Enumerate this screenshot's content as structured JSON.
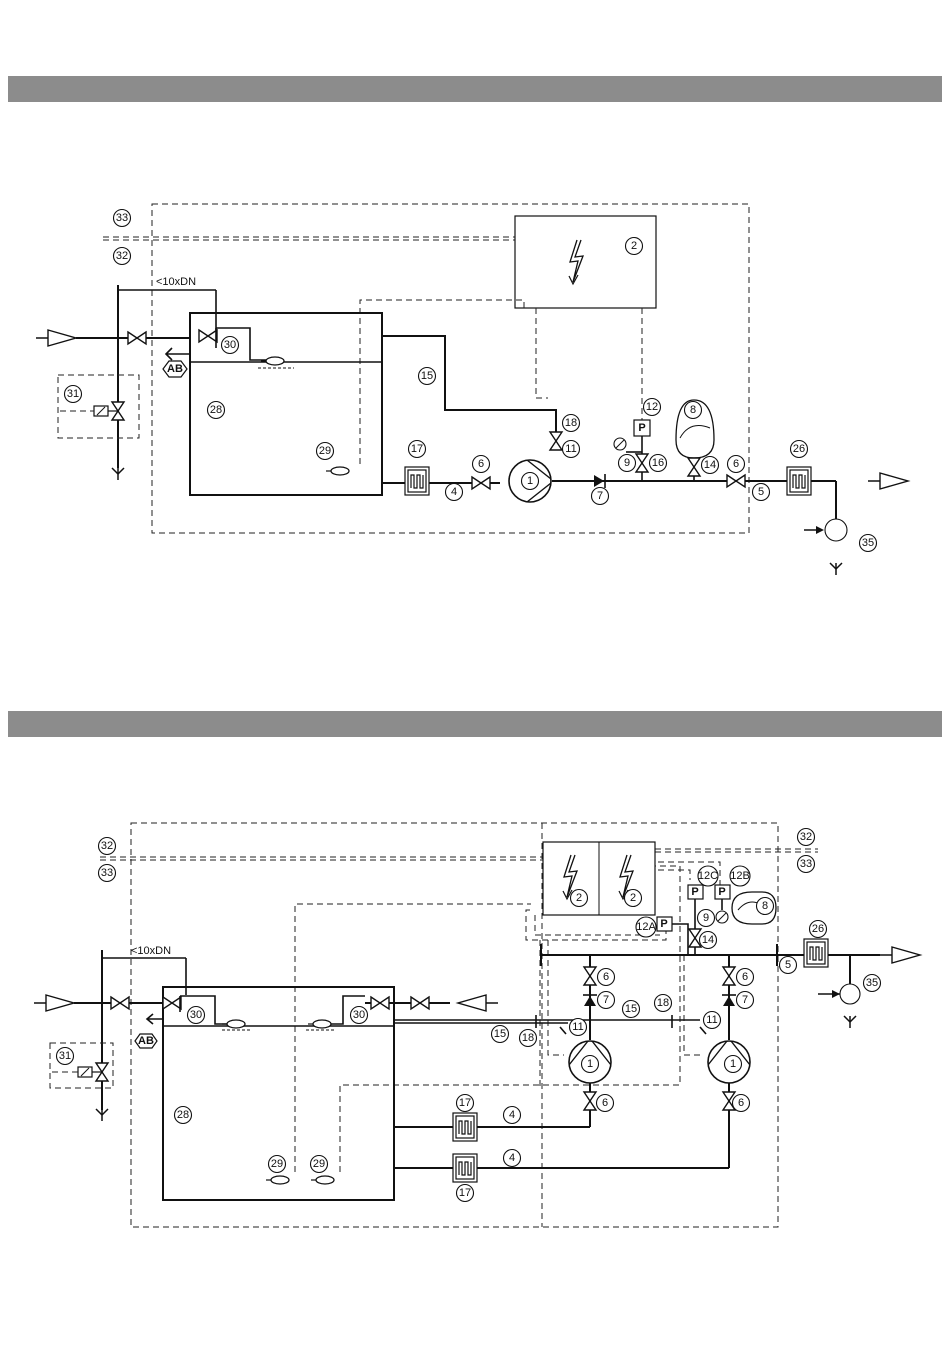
{
  "labels": {
    "dim_limit": "<10xDN",
    "backflow_code": "AB",
    "pressure_letter": "P"
  },
  "callouts": {
    "pump": "1",
    "control_panel": "2",
    "suction_pipe": "4",
    "discharge_pipe": "5",
    "isolating_valve": "6",
    "check_valve": "7",
    "pressure_vessel": "8",
    "pressure_gauge": "9",
    "valve_11": "11",
    "pressure_switch": "12",
    "pressure_switch_a": "12A",
    "pressure_switch_b": "12B",
    "pressure_switch_c": "12C",
    "valve_14": "14",
    "line_15": "15",
    "valve_16": "16",
    "compensator": "17",
    "item_18": "18",
    "compensator_26": "26",
    "break_tank": "28",
    "float_switch": "29",
    "float_valve": "30",
    "solenoid_valve": "31",
    "line_32": "32",
    "line_33": "33",
    "drain_pump": "35"
  }
}
